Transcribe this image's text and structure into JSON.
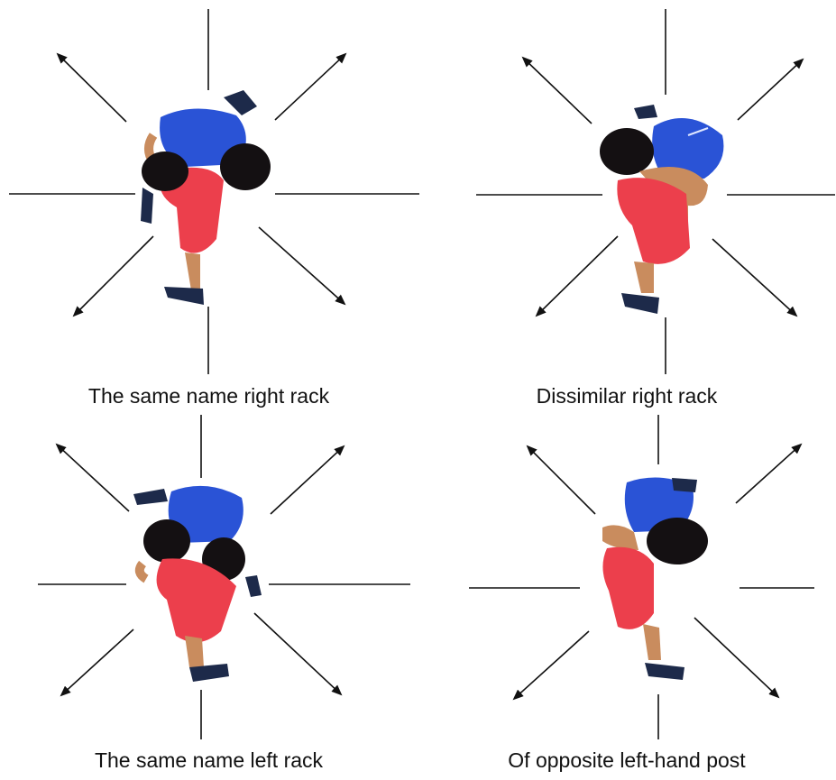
{
  "panels": [
    {
      "caption": "The same name right rack",
      "top_color": "#2a53d6",
      "bottom_color": "#ec3f4c"
    },
    {
      "caption": "Dissimilar right rack",
      "top_color": "#2a53d6",
      "bottom_color": "#ec3f4c"
    },
    {
      "caption": "The same name left rack",
      "top_color": "#2a53d6",
      "bottom_color": "#ec3f4c"
    },
    {
      "caption": "Of opposite left-hand post",
      "top_color": "#2a53d6",
      "bottom_color": "#ec3f4c"
    }
  ],
  "colors": {
    "line": "#111111",
    "hair": "#141012",
    "skin": "#c98c5e",
    "shoe": "#1d2a4a"
  }
}
